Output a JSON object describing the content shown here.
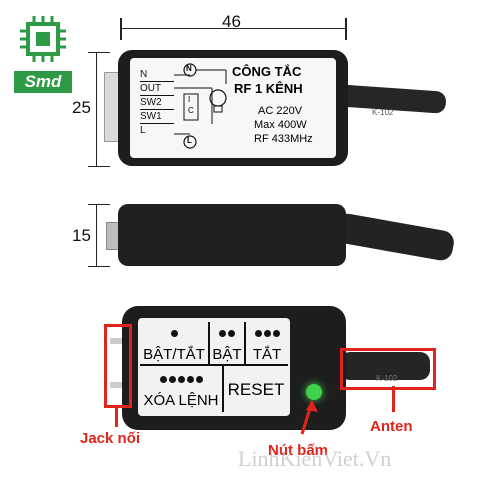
{
  "logo": {
    "text": "Smd",
    "accent": "#2e9a46"
  },
  "top_view": {
    "width_dim": "46",
    "height_dim": "25",
    "terminals": [
      "N",
      "OUT",
      "SW2",
      "SW1",
      "L"
    ],
    "n_symbol": "N",
    "l_symbol": "L",
    "switch_symbols": [
      "I",
      "C"
    ],
    "title_line1": "CÔNG TẮC",
    "title_line2": "RF 1 KÊNH",
    "spec_voltage": "AC 220V",
    "spec_power": "Max 400W",
    "spec_rf": "RF 433MHz",
    "cable_text": "K-102"
  },
  "side_view": {
    "height_dim": "15"
  },
  "bottom_view": {
    "cells": [
      {
        "label": "BẬT/TẮT",
        "dots": 1
      },
      {
        "label": "BẬT",
        "dots": 2
      },
      {
        "label": "TẮT",
        "dots": 3
      },
      {
        "label": "XÓA LỆNH",
        "dots": 5
      },
      {
        "label": "RESET",
        "dots": 0
      }
    ],
    "cable_text": "K-102",
    "led_color": "#3fd14a"
  },
  "annotations": {
    "jack": "Jack nối",
    "button": "Nút bấm",
    "antenna": "Anten",
    "color": "#e0241b"
  },
  "watermark": "LinhKienViet.Vn"
}
